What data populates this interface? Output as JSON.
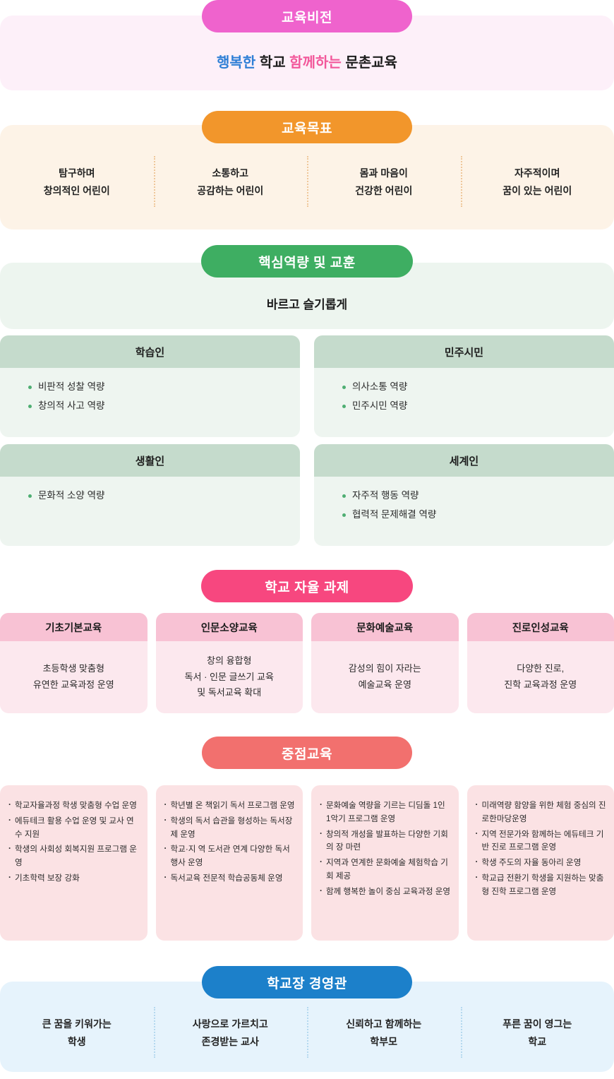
{
  "vision": {
    "pill_label": "교육비전",
    "tagline_parts": [
      {
        "text": "행복한",
        "color": "#2E7FD6"
      },
      {
        "text": "학교",
        "color": "#1d1d1d"
      },
      {
        "text": "함께하는",
        "color": "#F2589B"
      },
      {
        "text": "문촌교육",
        "color": "#1d1d1d"
      }
    ],
    "pill_color": "#EF63CD",
    "panel_color": "#FDF0F9"
  },
  "goals": {
    "pill_label": "교육목표",
    "pill_color": "#F2962B",
    "panel_color": "#FDF3E7",
    "items": [
      {
        "line1": "탐구하며",
        "line2": "창의적인 어린이"
      },
      {
        "line1": "소통하고",
        "line2": "공감하는 어린이"
      },
      {
        "line1": "몸과 마음이",
        "line2": "건강한 어린이"
      },
      {
        "line1": "자주적이며",
        "line2": "꿈이 있는 어린이"
      }
    ]
  },
  "core": {
    "pill_label": "핵심역량 및 교훈",
    "pill_color": "#3EAE62",
    "panel_color": "#EDF5EF",
    "motto": "바르고 슬기롭게",
    "cards": [
      {
        "title": "학습인",
        "items": [
          "비판적 성찰 역량",
          "창의적 사고 역량"
        ]
      },
      {
        "title": "민주시민",
        "items": [
          "의사소통 역량",
          "민주시민 역량"
        ]
      },
      {
        "title": "생활인",
        "items": [
          "문화적 소양 역량"
        ]
      },
      {
        "title": "세계인",
        "items": [
          "자주적 행동 역량",
          "협력적 문제해결 역량"
        ]
      }
    ]
  },
  "tasks": {
    "pill_label": "학교 자율 과제",
    "pill_color": "#F7477F",
    "head_color": "#F8C2D4",
    "body_color": "#FCE8EE",
    "cards": [
      {
        "title": "기초기본교육",
        "body": "초등학생 맞춤형\n유연한 교육과정 운영"
      },
      {
        "title": "인문소양교육",
        "body": "창의 융합형\n독서 · 인문 글쓰기 교육\n및 독서교육 확대"
      },
      {
        "title": "문화예술교육",
        "body": "감성의 힘이 자라는\n예술교육 운영"
      },
      {
        "title": "진로인성교육",
        "body": "다양한 진로,\n진학 교육과정 운영"
      }
    ]
  },
  "focus": {
    "pill_label": "중점교육",
    "pill_color": "#F2706E",
    "card_color": "#FBE2E4",
    "columns": [
      {
        "items": [
          "학교자율과정 학생 맞춤형 수업 운영",
          "에듀테크 활용 수업 운영 및 교사 연수 지원",
          "학생의 사회성 회복지원 프로그램 운영",
          "기초학력 보장 강화"
        ]
      },
      {
        "items": [
          "학년별 온 책읽기 독서 프로그램 운영",
          "학생의 독서 습관을 형성하는 독서장제 운영",
          "학교·지 역 도서관 연계 다양한 독서 행사 운영",
          "독서교육 전문적 학습공동체 운영"
        ]
      },
      {
        "items": [
          "문화예술 역량을 기르는 디딤돌 1인 1악기 프로그램 운영",
          "창의적 개성을 발표하는 다양한 기회의 장 마련",
          "지역과 연계한 문화예술 체험학습 기회 제공",
          "함께 행복한 놀이 중심 교육과정 운영"
        ]
      },
      {
        "items": [
          "미래역량 함양을 위한 체험 중심의 진로한마당운영",
          "지역 전문가와 함께하는 에듀테크 기반 진로 프로그램 운영",
          "학생 주도의 자율 동아리 운영",
          "학교급 전환기 학생을 지원하는 맞춤형 진학 프로그램 운영"
        ]
      }
    ]
  },
  "management": {
    "pill_label": "학교장 경영관",
    "pill_color": "#1C80CA",
    "panel_color": "#E6F3FC",
    "items": [
      {
        "line1": "큰 꿈을 키워가는",
        "line2": "학생"
      },
      {
        "line1": "사랑으로 가르치고",
        "line2": "존경받는 교사"
      },
      {
        "line1": "신뢰하고 함께하는",
        "line2": "학부모"
      },
      {
        "line1": "푸른 꿈이 영그는",
        "line2": "학교"
      }
    ]
  }
}
